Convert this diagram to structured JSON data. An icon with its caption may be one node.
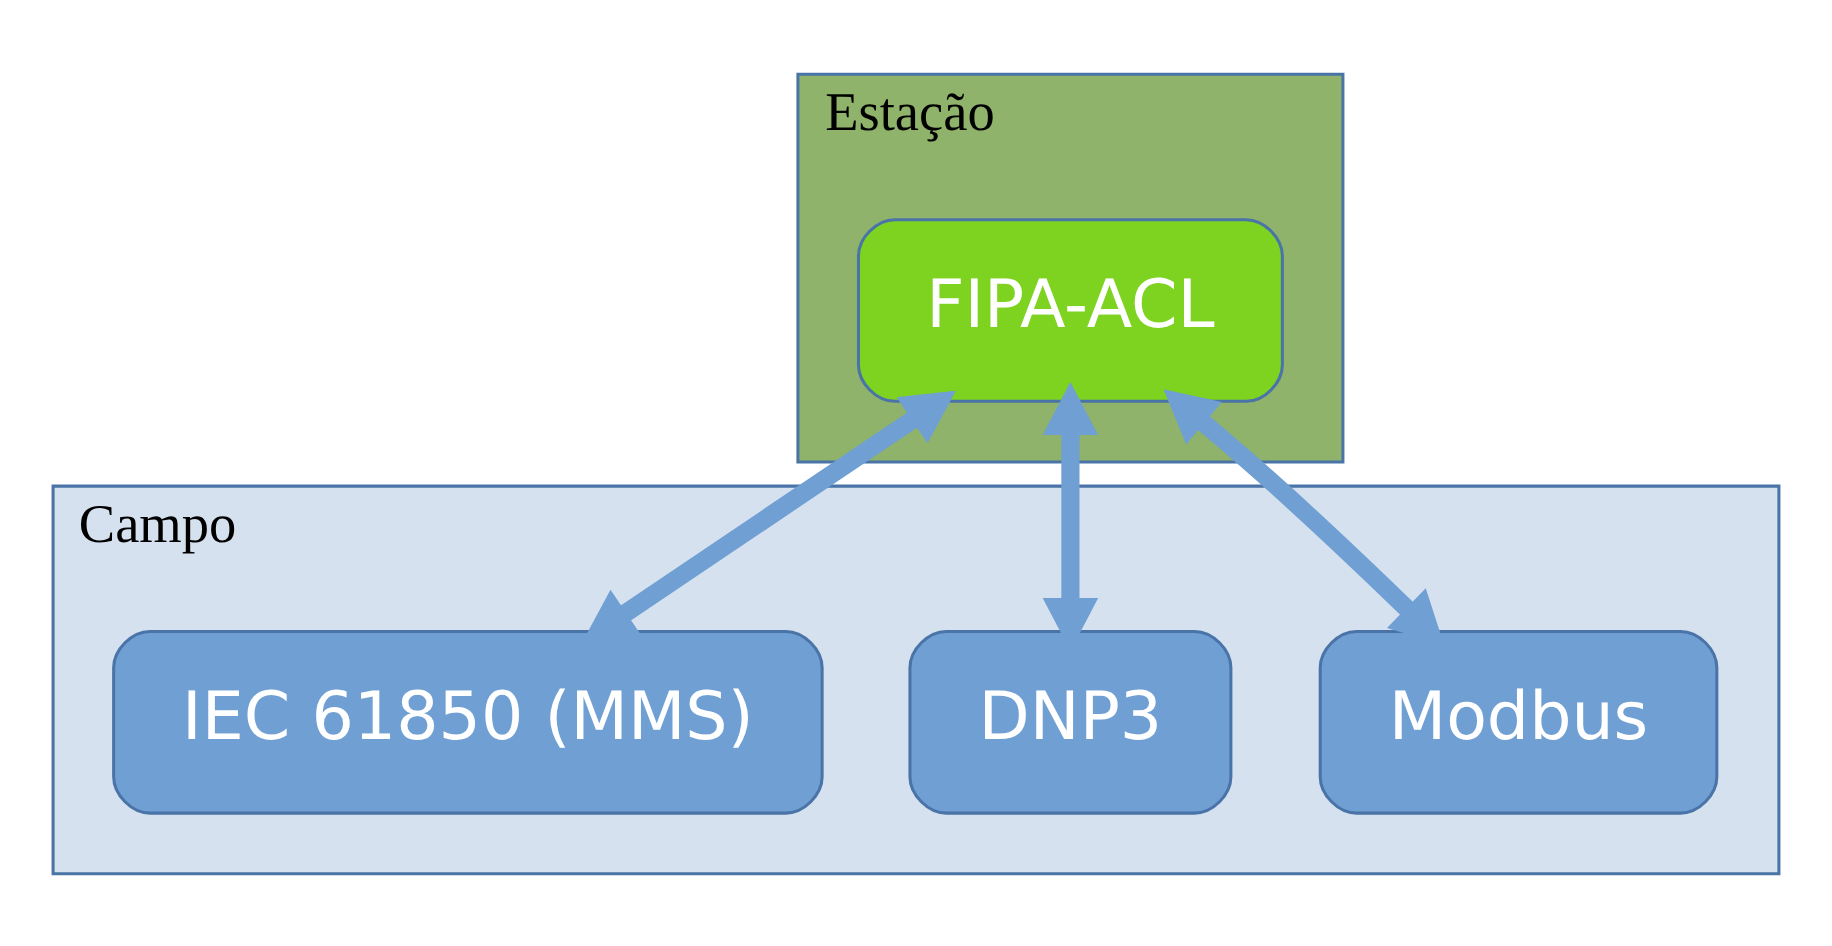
{
  "diagram": {
    "nodes": [
      {
        "text": [
          "Estação"
        ]
      },
      {
        "text": [
          "FIPA-ACL"
        ],
        "in": 0
      },
      {
        "text": [
          "Campo"
        ]
      },
      {
        "text": [
          "Modbus"
        ],
        "in": 2
      },
      {
        "text": [
          "DNP3"
        ],
        "in": 2
      },
      {
        "text": [
          "IEC 61850 (MMS)"
        ],
        "in": 2
      }
    ],
    "edges": [
      {
        "from": 1,
        "to": 3,
        "arrow": "both"
      },
      {
        "from": 1,
        "to": 4,
        "arrow": "both"
      },
      {
        "from": 1,
        "to": 5,
        "arrow": "both"
      }
    ]
  }
}
